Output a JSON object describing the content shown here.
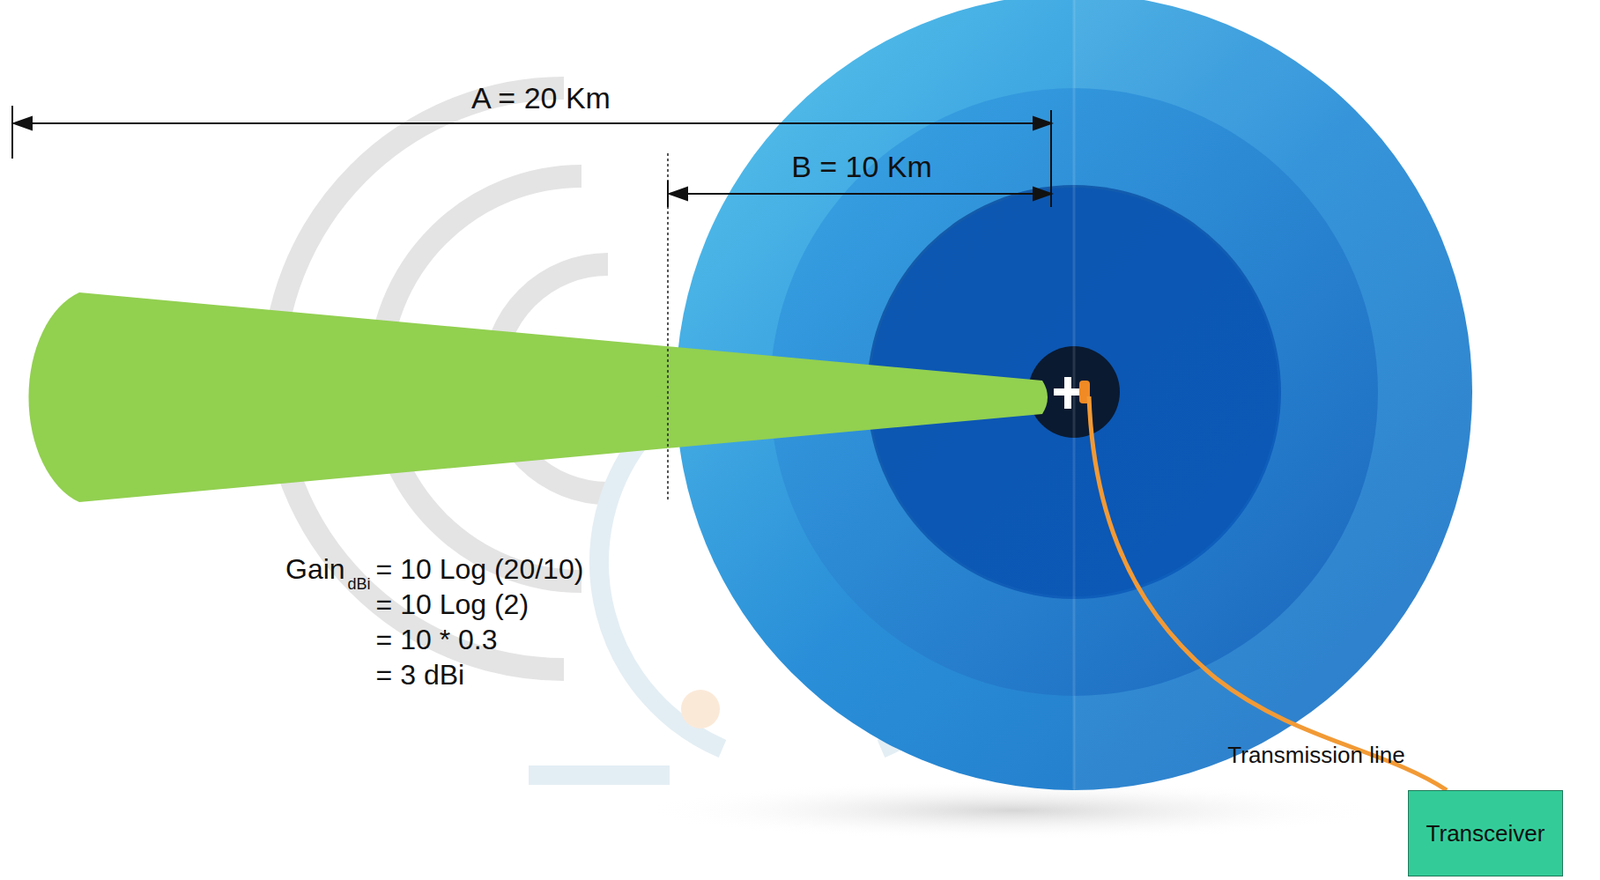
{
  "diagram": {
    "nodes": [
      {
        "text": [
          "Transceiver"
        ]
      }
    ],
    "edges": [],
    "labels": [
      "A = 20 Km",
      "B = 10 Km",
      "Gain",
      "dBi",
      "= 10 Log (20/10)",
      "= 10 Log (2)",
      "= 10 * 0.3",
      "= 3 dBi",
      "Transmission line"
    ]
  }
}
